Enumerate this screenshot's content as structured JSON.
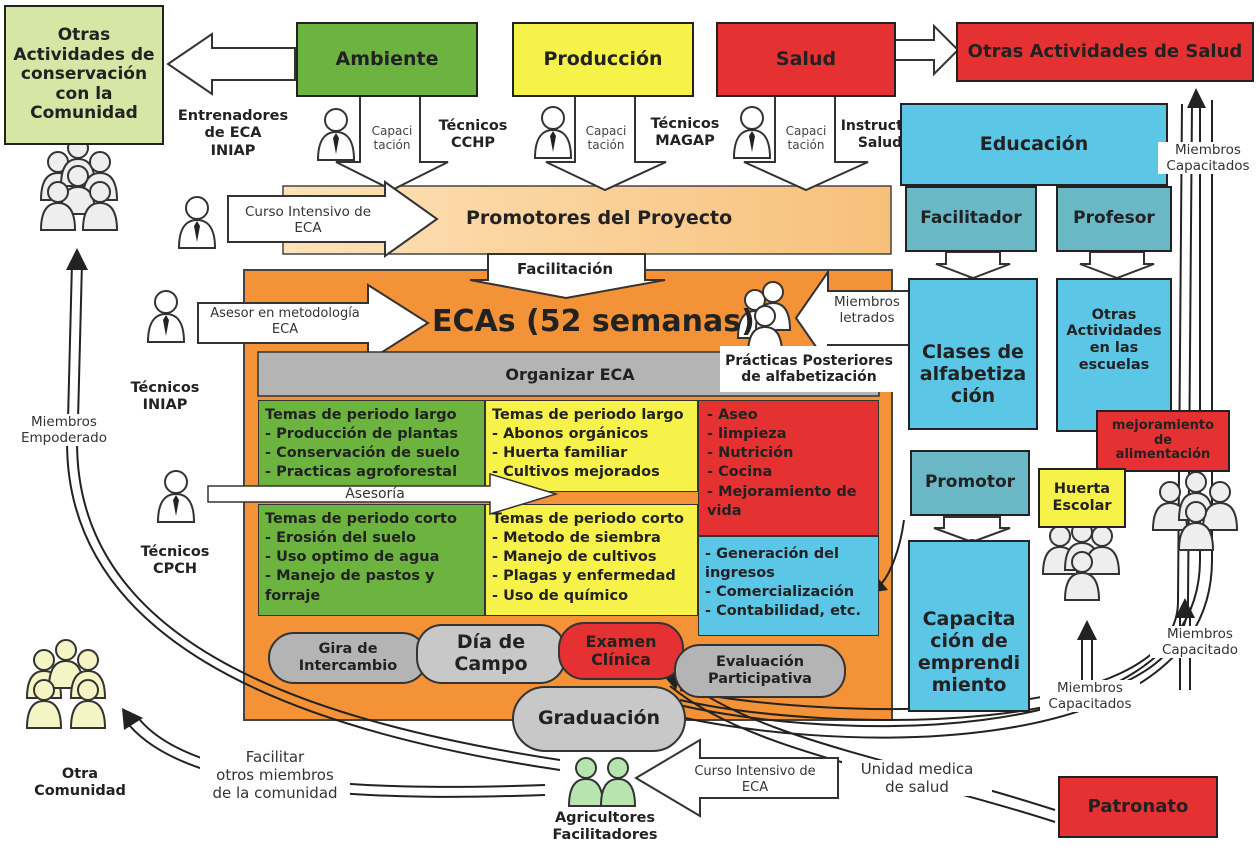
{
  "top": {
    "otras_conservacion": [
      "Otras",
      "Actividades de",
      "conservación",
      "con la",
      "Comunidad"
    ],
    "ambiente": "Ambiente",
    "produccion": "Producción",
    "salud": "Salud",
    "otras_salud": "Otras Actividades de Salud"
  },
  "roles": {
    "entrenadores": [
      "Entrenadores",
      "de ECA",
      "INIAP"
    ],
    "tecnicos_cchp": [
      "Técnicos",
      "CCHP"
    ],
    "tecnicos_magap": [
      "Técnicos",
      "MAGAP"
    ],
    "instructor_salud": [
      "Instructor",
      "Salud"
    ],
    "capacitacion": [
      "Capaci",
      "tación"
    ],
    "tecnicos_iniap": [
      "Técnicos",
      "INIAP"
    ],
    "tecnicos_cpch": [
      "Técnicos",
      "CPCH"
    ]
  },
  "center": {
    "curso_intensivo": [
      "Curso Intensivo de",
      "ECA"
    ],
    "promotores": "Promotores del Proyecto",
    "facilitacion": "Facilitación",
    "asesor": [
      "Asesor en metodología",
      "ECA"
    ],
    "ecas": "ECAs (52 semanas)",
    "miembros_letrados": [
      "Miembros",
      "letrados"
    ],
    "practicas": [
      "Prácticas Posteriores",
      "de alfabetización"
    ],
    "organizar": "Organizar ECA",
    "asesoria": "Asesoría"
  },
  "grid": {
    "green_long": [
      "Temas de periodo largo",
      "- Producción de plantas",
      "- Conservación de suelo",
      "- Practicas agroforestal"
    ],
    "yellow_long": [
      "Temas de periodo largo",
      "- Abonos orgánicos",
      "- Huerta familiar",
      "- Cultivos mejorados"
    ],
    "red_list": [
      "- Aseo",
      "- limpieza",
      "- Nutrición",
      "- Cocina",
      "- Mejoramiento de",
      "vida"
    ],
    "green_short": [
      "Temas de periodo corto",
      "- Erosión del suelo",
      "- Uso optimo de agua",
      "- Manejo de pastos y",
      "forraje"
    ],
    "yellow_short": [
      "Temas de periodo corto",
      "- Metodo de siembra",
      "- Manejo de cultivos",
      "- Plagas y enfermedad",
      "- Uso de químico"
    ],
    "blue_list": [
      "- Generación del",
      "ingresos",
      "- Comercialización",
      "- Contabilidad, etc."
    ]
  },
  "events": {
    "gira": [
      "Gira de",
      "Intercambio"
    ],
    "dia": [
      "Día de",
      "Campo"
    ],
    "examen": [
      "Examen",
      "Clínica"
    ],
    "evaluacion": [
      "Evaluación",
      "Participativa"
    ],
    "graduacion": "Graduación"
  },
  "education": {
    "educacion": "Educación",
    "facilitador": "Facilitador",
    "profesor": "Profesor",
    "clases": [
      "Clases de",
      "alfabetiza",
      "ción"
    ],
    "otras_escuelas": [
      "Otras",
      "Actividades",
      "en las",
      "escuelas"
    ],
    "mejoramiento": [
      "mejoramiento",
      "de",
      "alimentación"
    ],
    "promotor": "Promotor",
    "huerta": [
      "Huerta",
      "Escolar"
    ],
    "capacitacion_emp": [
      "Capacita",
      "ción de",
      "emprendi",
      "miento"
    ]
  },
  "bottom": {
    "otra_comunidad": [
      "Otra",
      "Comunidad"
    ],
    "facilitar": [
      "Facilitar",
      "otros miembros",
      "de la comunidad"
    ],
    "agricultores": [
      "Agricultores",
      "Facilitadores"
    ],
    "curso_bottom": [
      "Curso Intensivo de",
      "ECA"
    ],
    "unidad": [
      "Unidad medica",
      "de salud"
    ],
    "patronato": "Patronato",
    "miembros_capacitados": [
      "Miembros",
      "Capacitados"
    ],
    "miembros_capacitado": [
      "Miembros",
      "Capacitado"
    ],
    "miembros_capacitados_top": [
      "Miembros",
      "Capacitados"
    ],
    "miembros_empoderado": [
      "Miembros",
      "Empoderado"
    ]
  },
  "colors": {
    "green": "#6db33f",
    "light_green": "#d6e6a4",
    "yellow": "#f7f24a",
    "red": "#e53131",
    "orange": "#f0882e",
    "peach": "#f9c98a",
    "blue": "#5cc6e6",
    "gray": "#b4b4b4"
  }
}
